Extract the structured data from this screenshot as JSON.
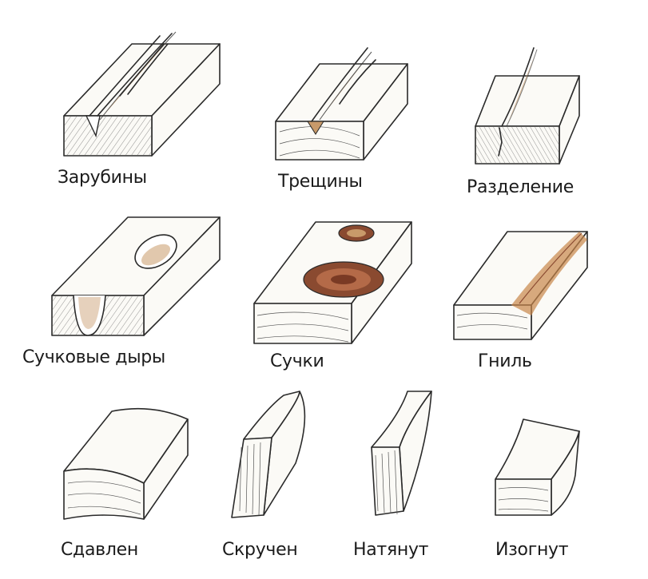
{
  "labels": {
    "notches": "Зарубины",
    "cracks": "Трещины",
    "split": "Разделение",
    "knot_holes": "Сучковые дыры",
    "knots": "Сучки",
    "rot": "Гниль",
    "crushed": "Сдавлен",
    "twisted": "Скручен",
    "stretched": "Натянут",
    "bent": "Изогнут"
  },
  "colors": {
    "line": "#2a2a2a",
    "wood_tan": "#c89a6a",
    "knot_brown": "#8a4a30",
    "rot_orange": "#c8864a"
  }
}
